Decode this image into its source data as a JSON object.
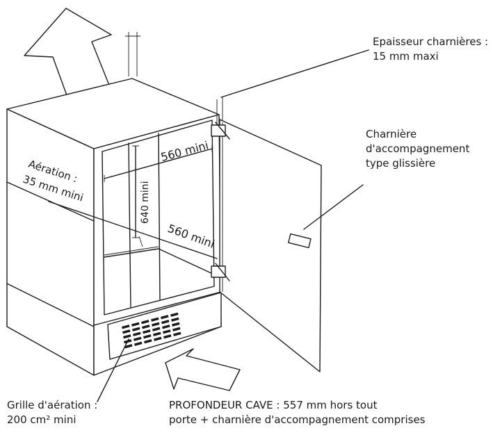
{
  "annotations": {
    "hinge_thickness": {
      "line1": "Epaisseur charnières :",
      "line2": "15 mm maxi"
    },
    "hinge_type": {
      "line1": "Charnière",
      "line2": "d'accompagnement",
      "line3": "type glissière"
    },
    "vent_grille": {
      "line1": "Grille d'aération :",
      "line2": "200 cm² mini"
    },
    "cave_depth": {
      "line1": "PROFONDEUR CAVE : 557 mm hors tout",
      "line2": "porte + charnière d'accompagnement comprises"
    },
    "ventilation": {
      "line1": "Aération :",
      "line2": "35 mm mini"
    }
  },
  "dimensions": {
    "width_top": "560 mini",
    "height": "640 mini",
    "depth": "560 mini"
  },
  "icons": [
    "airflow-up-arrow-icon",
    "airflow-in-arrow-icon",
    "door-handle-icon",
    "hinge-icon"
  ]
}
